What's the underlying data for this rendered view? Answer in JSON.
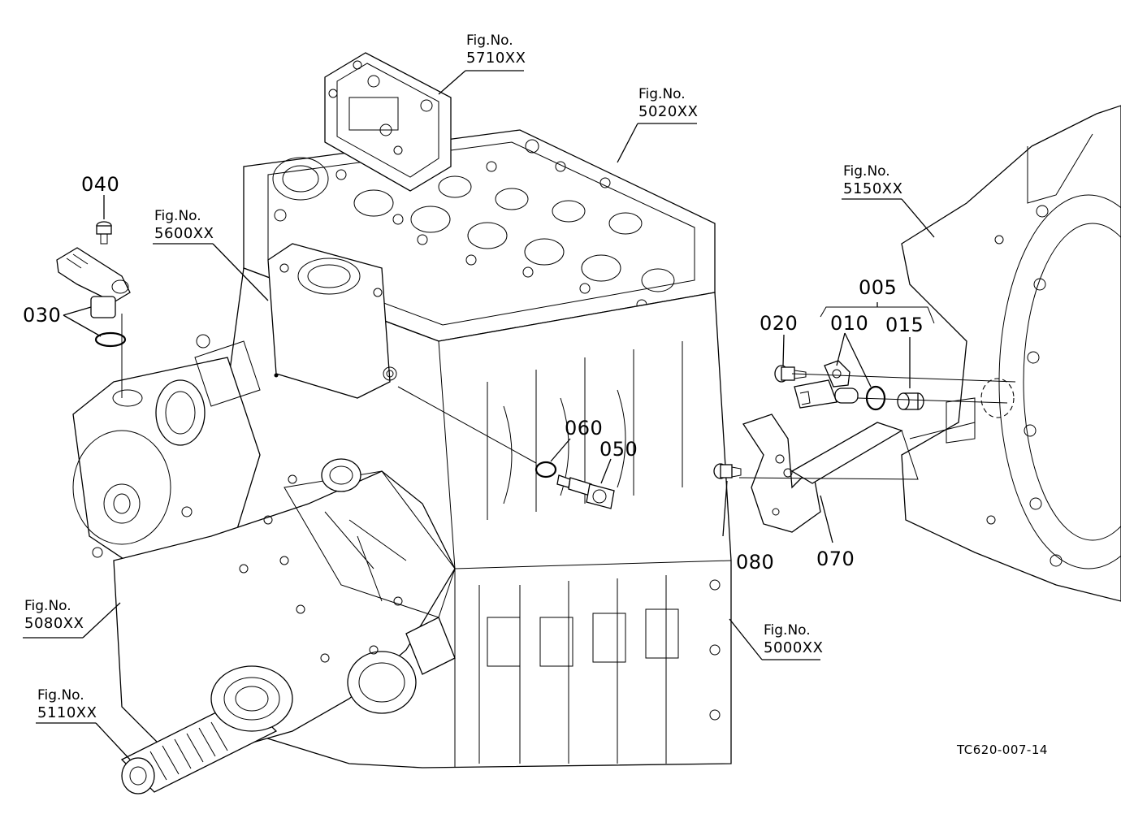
{
  "figure_refs": [
    {
      "key": "f5710",
      "line1": "Fig.No.",
      "line2": "5710XX"
    },
    {
      "key": "f5020",
      "line1": "Fig.No.",
      "line2": "5020XX"
    },
    {
      "key": "f5600",
      "line1": "Fig.No.",
      "line2": "5600XX"
    },
    {
      "key": "f5150",
      "line1": "Fig.No.",
      "line2": "5150XX"
    },
    {
      "key": "f5080",
      "line1": "Fig.No.",
      "line2": "5080XX"
    },
    {
      "key": "f5000",
      "line1": "Fig.No.",
      "line2": "5000XX"
    },
    {
      "key": "f5110",
      "line1": "Fig.No.",
      "line2": "5110XX"
    }
  ],
  "part_numbers": [
    "040",
    "030",
    "005",
    "020",
    "010",
    "015",
    "060",
    "050",
    "080",
    "070"
  ],
  "doc_code": "TC620-007-14",
  "colors": {
    "ink": "#000000",
    "paper": "#ffffff"
  }
}
